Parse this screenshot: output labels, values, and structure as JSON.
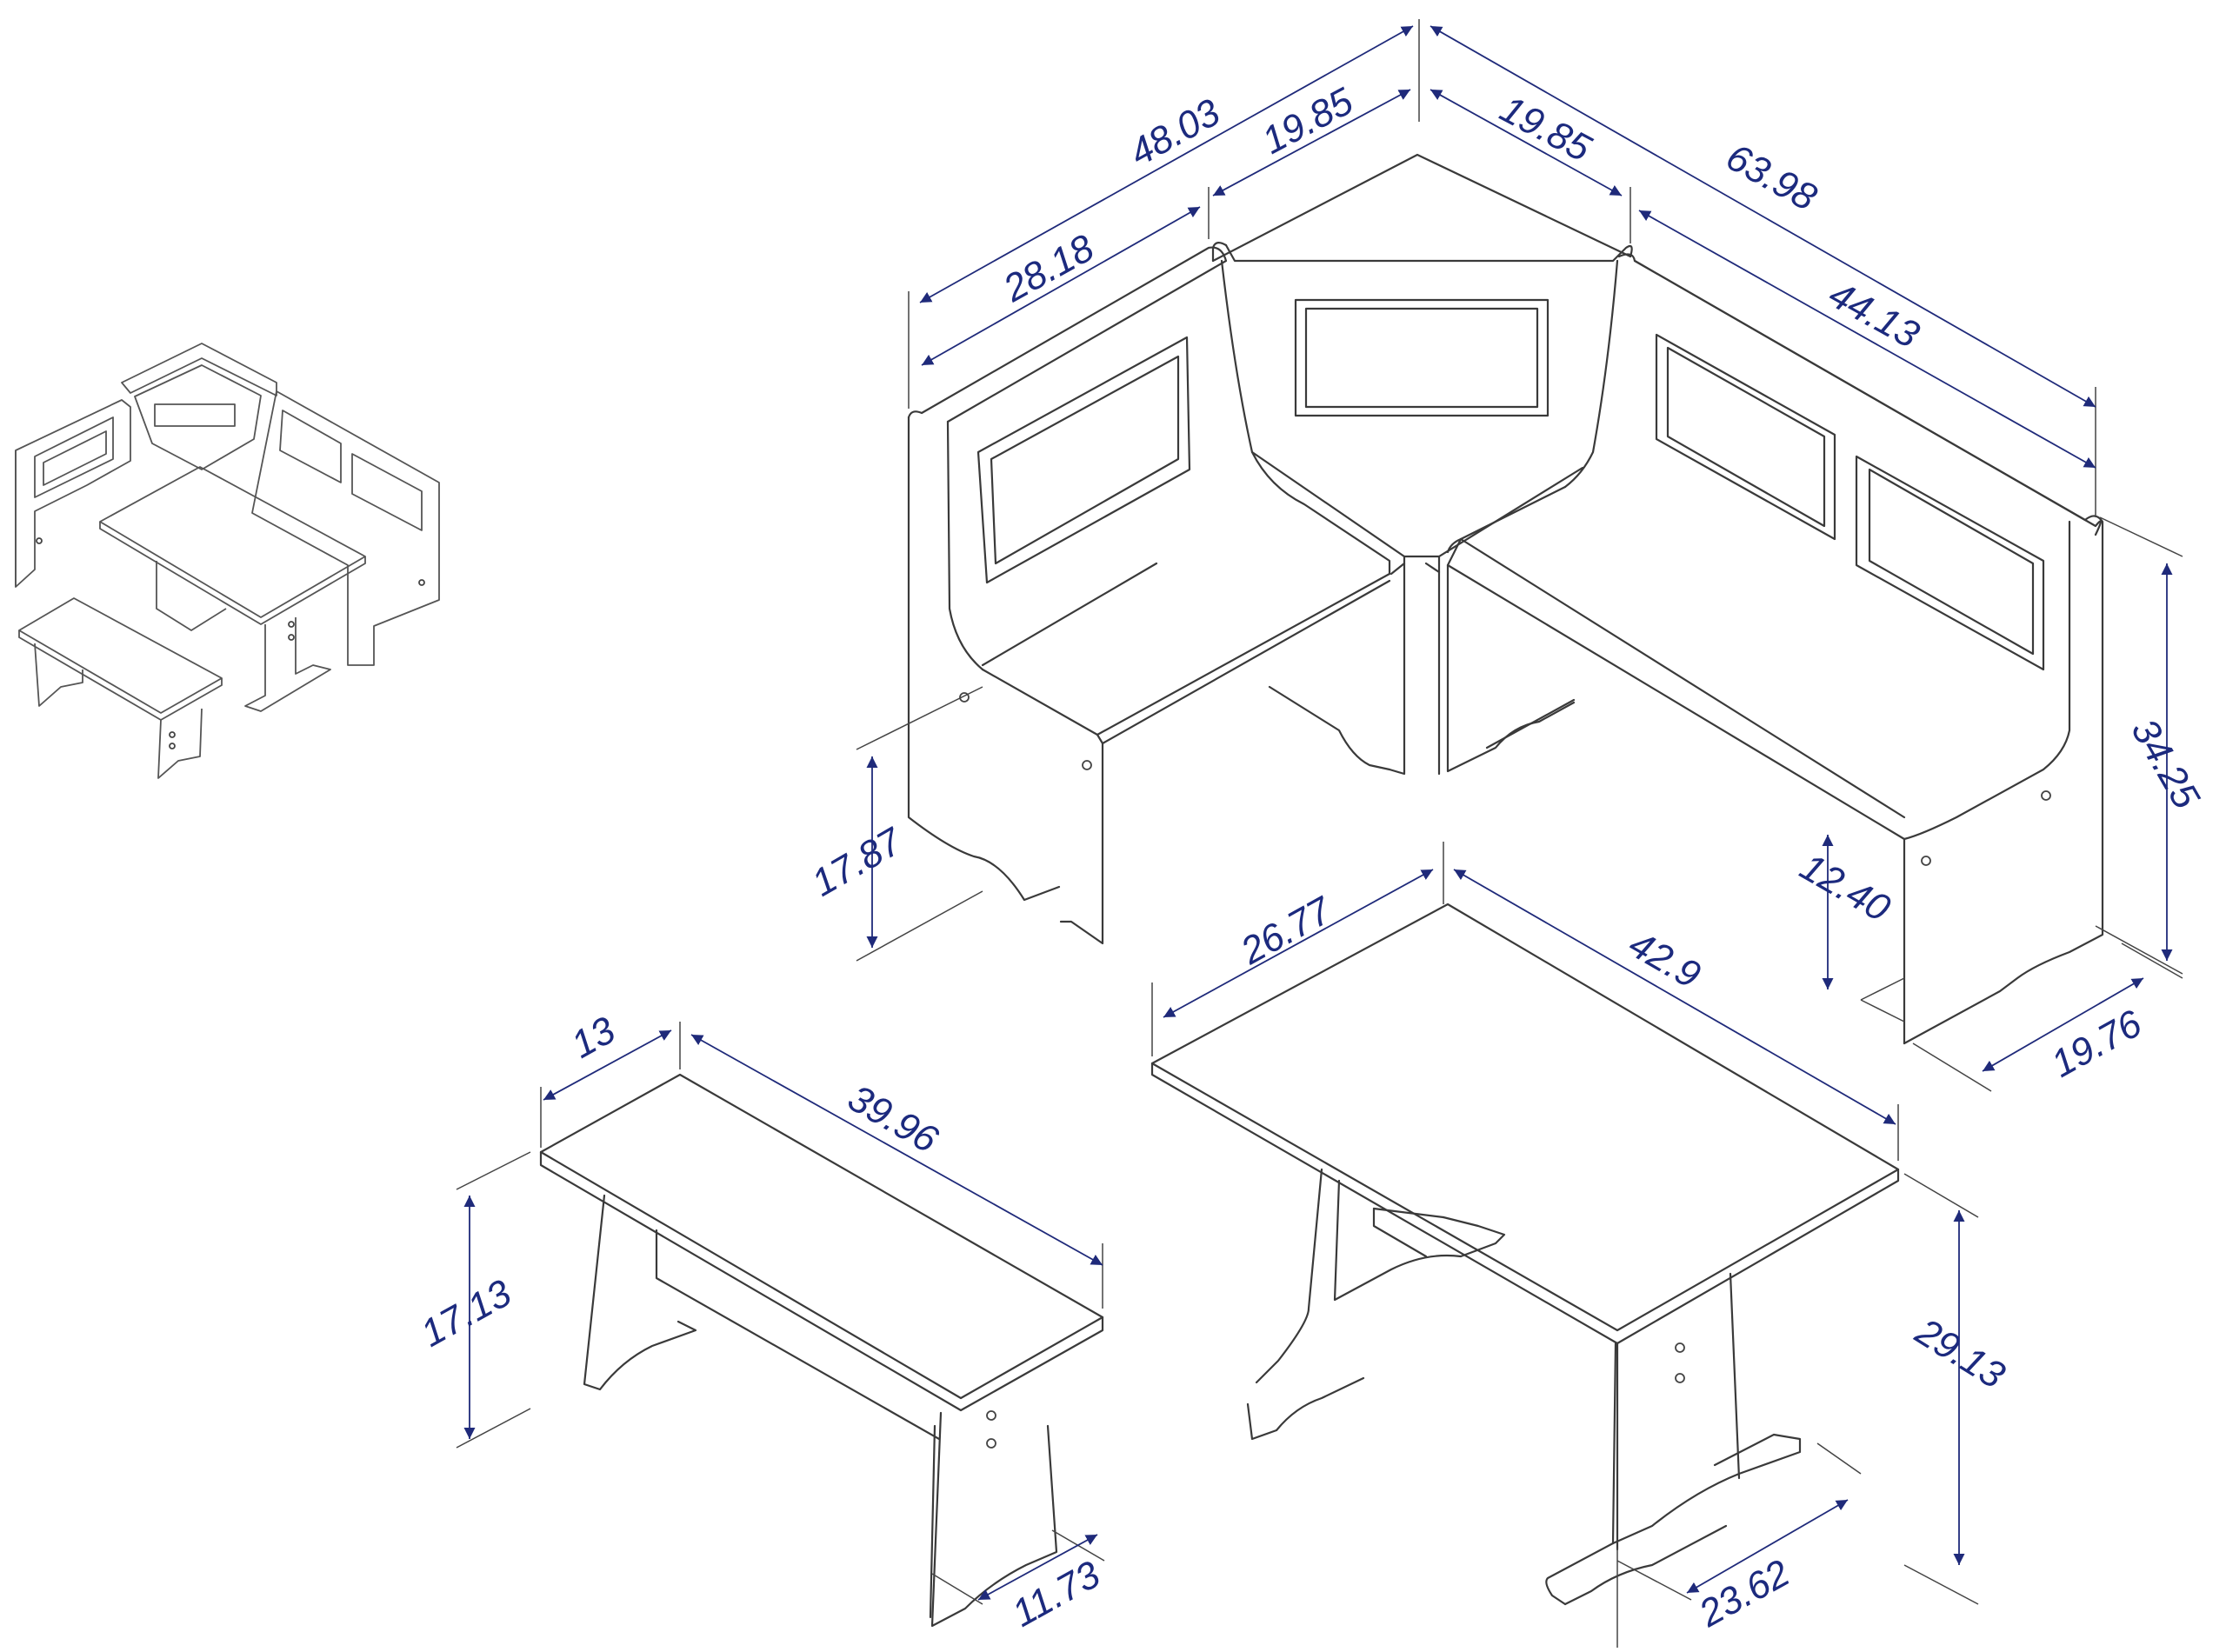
{
  "dimensions": {
    "corner_total_left": "48.03",
    "corner_left_corner": "19.85",
    "corner_right_corner": "19.85",
    "corner_total_right": "63.98",
    "corner_left_seat": "28.18",
    "corner_right_seat": "44.13",
    "corner_back_height": "34.25",
    "corner_left_seat_height": "17.87",
    "corner_right_seat_height": "12.40",
    "corner_depth": "19.76",
    "table_width": "26.77",
    "table_length": "42.9",
    "table_height": "29.13",
    "table_base_depth": "23.62",
    "bench_width": "13",
    "bench_length": "39.96",
    "bench_height": "17.13",
    "bench_base_depth": "11.73"
  },
  "colors": {
    "dimension": "#1c2a7e",
    "line": "#3a3a3a"
  }
}
